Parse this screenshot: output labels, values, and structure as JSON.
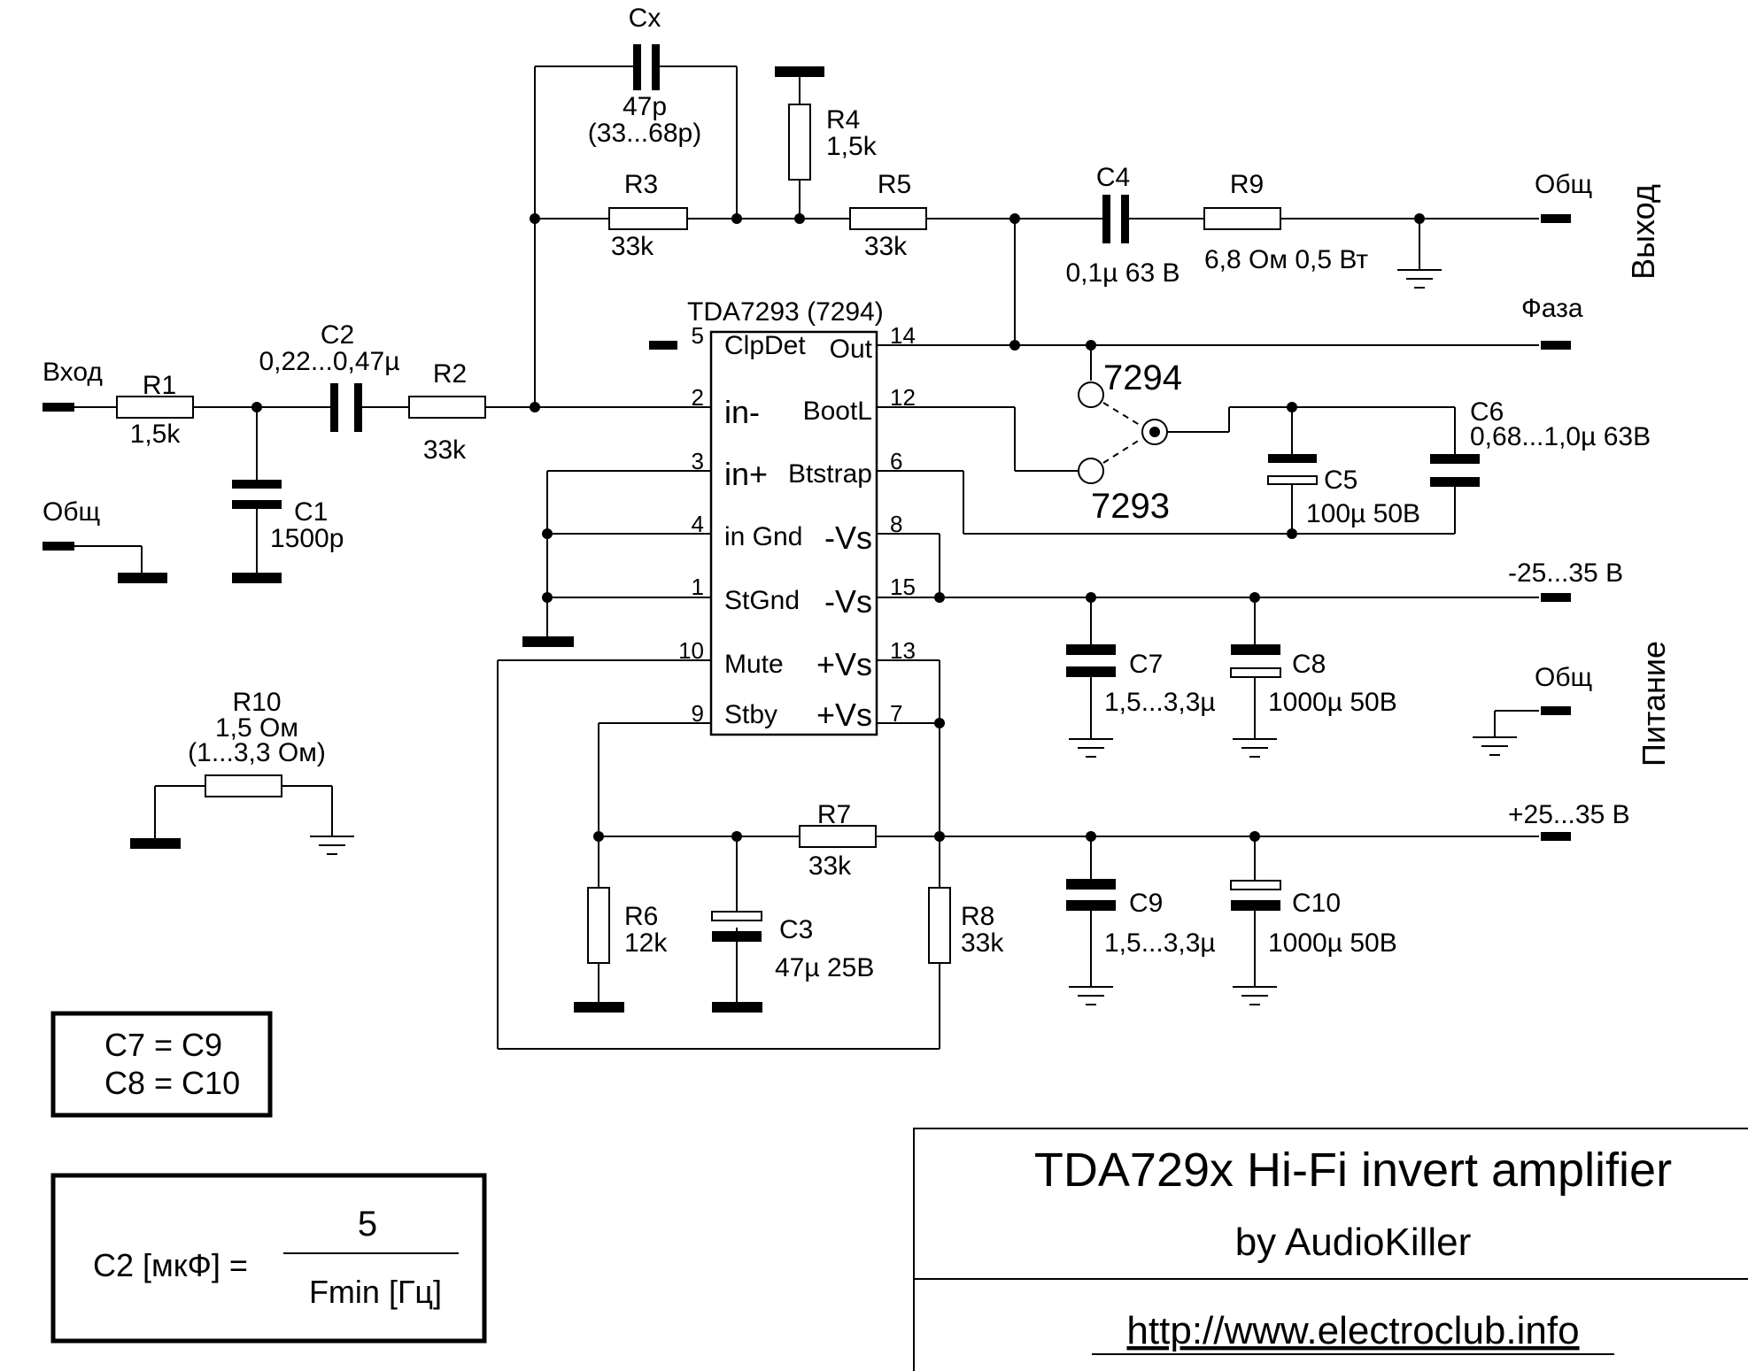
{
  "title": {
    "main": "TDA729x Hi-Fi invert amplifier",
    "author": "by AudioKiller",
    "url": "http://www.electroclub.info"
  },
  "ic": {
    "name": "TDA7293 (7294)",
    "pins_left": [
      {
        "num": "5",
        "label": "ClpDet"
      },
      {
        "num": "2",
        "label": "in-"
      },
      {
        "num": "3",
        "label": "in+"
      },
      {
        "num": "4",
        "label": "in Gnd"
      },
      {
        "num": "1",
        "label": "StGnd"
      },
      {
        "num": "10",
        "label": "Mute"
      },
      {
        "num": "9",
        "label": "Stby"
      }
    ],
    "pins_right": [
      {
        "num": "14",
        "label": "Out"
      },
      {
        "num": "12",
        "label": "BootL"
      },
      {
        "num": "6",
        "label": "Btstrap"
      },
      {
        "num": "8",
        "label": "-Vs"
      },
      {
        "num": "15",
        "label": "-Vs"
      },
      {
        "num": "13",
        "label": "+Vs"
      },
      {
        "num": "7",
        "label": "+Vs"
      }
    ]
  },
  "components": {
    "cx": {
      "name": "Cx",
      "value": "47p",
      "range": "(33...68p)"
    },
    "r1": {
      "name": "R1",
      "value": "1,5k"
    },
    "c2": {
      "name": "C2",
      "value": "0,22...0,47µ"
    },
    "r2": {
      "name": "R2",
      "value": "33k"
    },
    "c1": {
      "name": "C1",
      "value": "1500p"
    },
    "r3": {
      "name": "R3",
      "value": "33k"
    },
    "r4": {
      "name": "R4",
      "value": "1,5k"
    },
    "r5": {
      "name": "R5",
      "value": "33k"
    },
    "c4": {
      "name": "C4",
      "value": "0,1µ 63 В"
    },
    "r9": {
      "name": "R9",
      "value": "6,8 Ом 0,5 Вт"
    },
    "c5": {
      "name": "C5",
      "value": "100µ 50В"
    },
    "c6": {
      "name": "C6",
      "value": "0,68...1,0µ 63В"
    },
    "c7": {
      "name": "C7",
      "value": "1,5...3,3µ"
    },
    "c8": {
      "name": "C8",
      "value": "1000µ 50В"
    },
    "c9": {
      "name": "C9",
      "value": "1,5...3,3µ"
    },
    "c10": {
      "name": "C10",
      "value": "1000µ 50В"
    },
    "r6": {
      "name": "R6",
      "value": "12k"
    },
    "c3": {
      "name": "C3",
      "value": "47µ 25В"
    },
    "r7": {
      "name": "R7",
      "value": "33k"
    },
    "r8": {
      "name": "R8",
      "value": "33k"
    },
    "r10": {
      "name": "R10",
      "value": "1,5 Ом",
      "range": "(1...3,3 Ом)"
    }
  },
  "switch": {
    "opt_a": "7294",
    "opt_b": "7293"
  },
  "labels": {
    "input": "Вход",
    "input_gnd": "Общ",
    "out_gnd": "Общ",
    "out_phase": "Фаза",
    "output": "Выход",
    "neg_supply": "-25...35 В",
    "pos_supply": "+25...35 В",
    "pwr_gnd": "Общ",
    "power": "Питание"
  },
  "notes": {
    "eq1": "C7 = C9",
    "eq2": "C8 = C10",
    "formula_lhs": "C2 [мкФ] =",
    "formula_num": "5",
    "formula_den": "Fmin [Гц]"
  }
}
